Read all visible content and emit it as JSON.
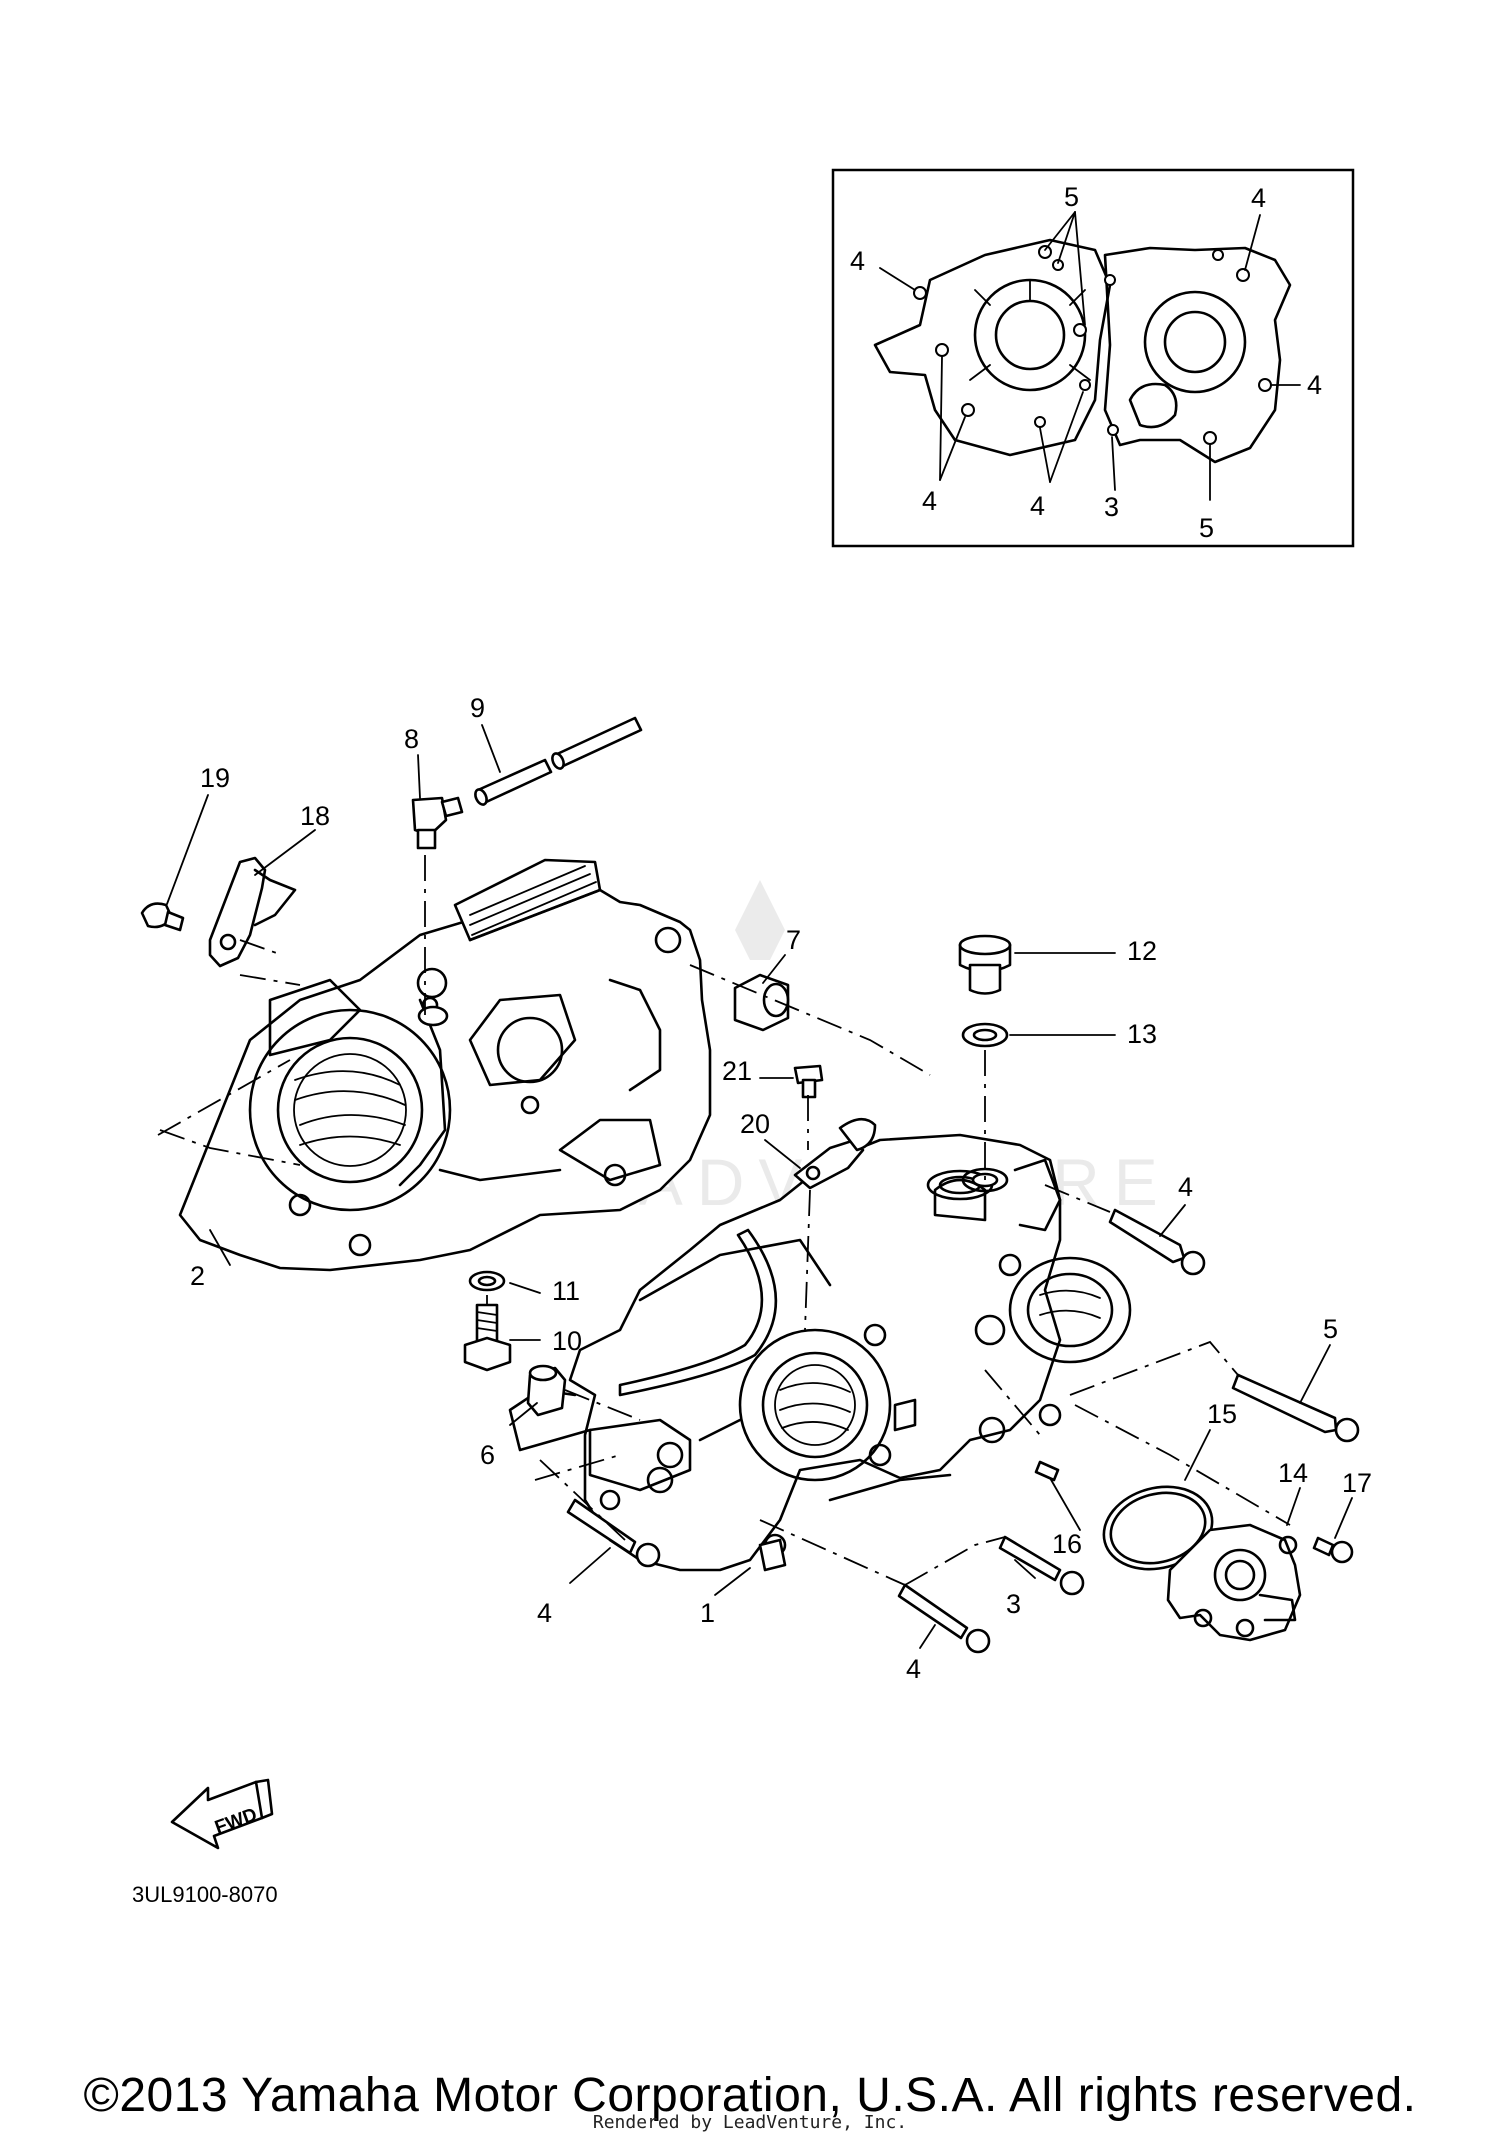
{
  "callouts": {
    "c1": "1",
    "c2": "2",
    "c3": "3",
    "c4a": "4",
    "c4b": "4",
    "c4c": "4",
    "c5": "5",
    "c6": "6",
    "c7": "7",
    "c8": "8",
    "c9": "9",
    "c10": "10",
    "c11": "11",
    "c12": "12",
    "c13": "13",
    "c14": "14",
    "c15": "15",
    "c16": "16",
    "c17": "17",
    "c18": "18",
    "c19": "19",
    "c20": "20",
    "c21": "21"
  },
  "inset_callouts": {
    "i5top": "5",
    "i4tr": "4",
    "i4tl": "4",
    "i4r": "4",
    "i4bl": "4",
    "i4bm": "4",
    "i3": "3",
    "i5br": "5"
  },
  "fwd_label": "FWD",
  "diagram_code": "3UL9100-8070",
  "copyright": "©2013 Yamaha Motor Corporation, U.S.A. All rights reserved.",
  "rendered_by": "Rendered by LeadVenture, Inc.",
  "watermark": "LEADVENTURE"
}
